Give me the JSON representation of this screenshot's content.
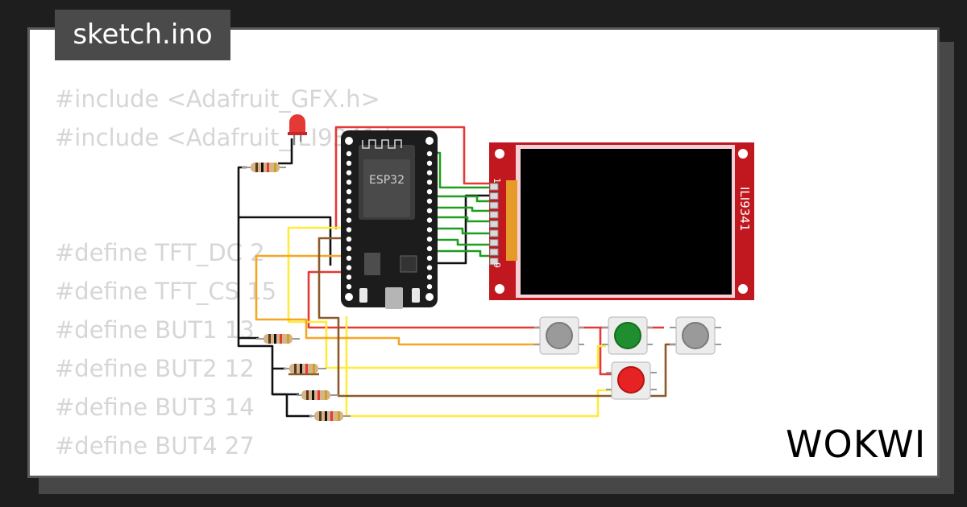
{
  "tab": {
    "filename": "sketch.ino"
  },
  "code": {
    "lines": [
      "#include <Adafruit_GFX.h>",
      "#include <Adafruit_ILI9341.h>",
      "#define TFT_DC 2",
      "#define TFT_CS 15",
      "#define BUT1 13",
      "#define BUT2 12",
      "#define BUT3 14",
      "#define BUT4 27"
    ]
  },
  "board": {
    "label": "ESP32"
  },
  "display": {
    "label": "ILI9341",
    "pin_first": "1",
    "pin_last": "9"
  },
  "logo": {
    "text": "WOKWI"
  },
  "colors": {
    "background": "#1e1e1e",
    "card": "#ffffff",
    "tab": "#4a4a4a",
    "code_text": "#d6d6d6",
    "wire_red": "#e53935",
    "wire_black": "#111111",
    "wire_yellow": "#ffeb3b",
    "wire_orange": "#f5a623",
    "wire_brown": "#8b5a2b",
    "wire_green": "#1e9e1e",
    "display_board": "#c0181e",
    "button_green": "#1e8e2e",
    "button_red": "#e62222",
    "button_gray": "#9a9a9a"
  }
}
